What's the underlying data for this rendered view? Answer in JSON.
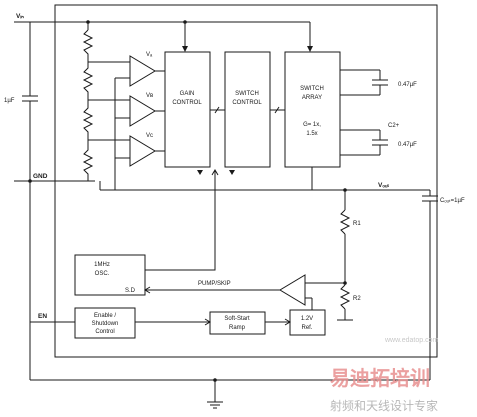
{
  "pins": {
    "vin": "Vᵢₙ",
    "gnd": "GND",
    "en": "EN",
    "vout": "Vₒᵤₜ"
  },
  "components": {
    "c_in": "1µF",
    "c1": "0.47µF",
    "c2_label": "C2+",
    "c2": "0.47µF",
    "c_out": "Cₒᵤₜ=1µF",
    "r1": "R1",
    "r2": "R2"
  },
  "comparators": {
    "va": "Vₐ",
    "vb": "Vв",
    "vc": "Vc"
  },
  "blocks": {
    "gain_control": [
      "GAIN",
      "CONTROL"
    ],
    "switch_control": [
      "SWITCH",
      "CONTROL"
    ],
    "switch_array": [
      "SWITCH",
      "ARRAY",
      "G= 1x,",
      "1.5x"
    ],
    "osc": [
      "1MHz",
      "OSC."
    ],
    "osc_pin": "S.D",
    "pump_skip": "PUMP/SKIP",
    "enable": [
      "Enable /",
      "Shutdown",
      "Control"
    ],
    "soft_start": [
      "Soft-Start",
      "Ramp"
    ],
    "ref": [
      "1.2V",
      "Ref."
    ]
  },
  "watermark": {
    "brand": "易迪拓培训",
    "tagline": "射频和天线设计专家",
    "url": "www.edatop.com"
  },
  "colors": {
    "line": "#1a1a1a",
    "watermark": "#e89090"
  }
}
